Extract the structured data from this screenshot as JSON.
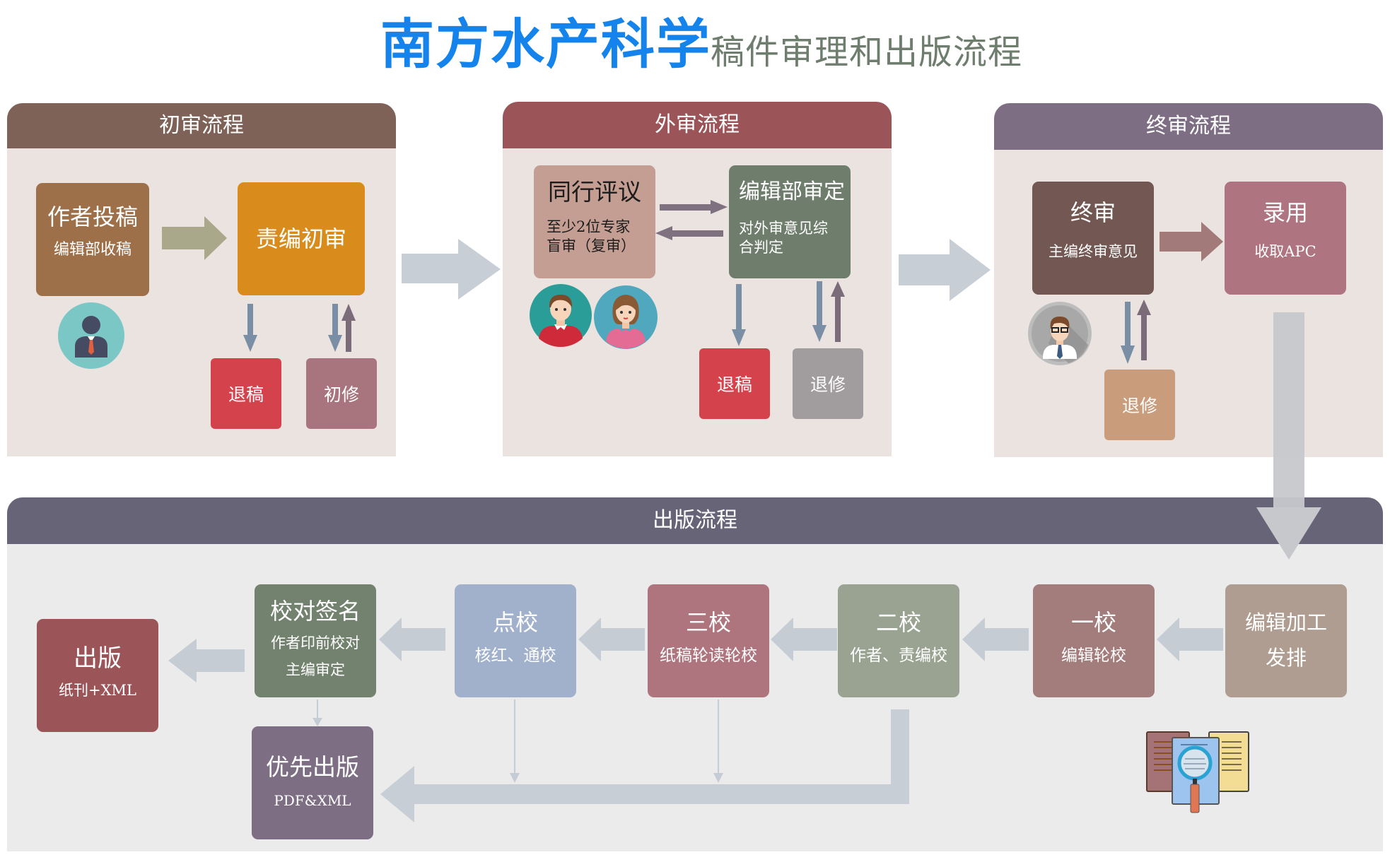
{
  "header": {
    "journal_name": "南方水产科学",
    "subtitle": "稿件审理和出版流程"
  },
  "colors": {
    "journal_name": "#1583ec",
    "subtitle": "#6f7d6e",
    "panel_body": "#ebe3e0",
    "publish_panel_body": "#ebebeb",
    "flow_arrow": "#c8ced6"
  },
  "initial_review": {
    "title": "初审流程",
    "submission": {
      "title": "作者投稿",
      "subtitle": "编辑部收稿"
    },
    "editor_review": {
      "title": "责编初审"
    },
    "reject": "退稿",
    "revise": "初修"
  },
  "external_review": {
    "title": "外审流程",
    "peer_review": {
      "title": "同行评议",
      "line1": "至少2位专家",
      "line2": "盲审（复审）"
    },
    "office_decision": {
      "title": "编辑部审定",
      "line1": "对外审意见综",
      "line2": "合判定"
    },
    "reject": "退稿",
    "revise": "退修"
  },
  "final_review": {
    "title": "终审流程",
    "final": {
      "title": "终审",
      "subtitle": "主编终审意见"
    },
    "accept": {
      "title": "录用",
      "subtitle": "收取APC"
    },
    "revise": "退修"
  },
  "publishing": {
    "title": "出版流程",
    "steps": [
      {
        "title": "编辑加工",
        "subtitle": "发排",
        "color": "#ae9d90"
      },
      {
        "title": "一校",
        "subtitle": "编辑轮校",
        "color": "#a37c7c"
      },
      {
        "title": "二校",
        "subtitle": "作者、责编校",
        "color": "#9aa391"
      },
      {
        "title": "三校",
        "subtitle": "纸稿轮读轮校",
        "color": "#ae757f"
      },
      {
        "title": "点校",
        "subtitle": "核红、通校",
        "color": "#a1b1cc"
      },
      {
        "title": "校对签名",
        "subtitle": "作者印前校对",
        "subtitle2": "主编审定",
        "color": "#73826e"
      }
    ],
    "publish": {
      "title": "出版",
      "subtitle": "纸刊+XML"
    },
    "online_first": {
      "title": "优先出版",
      "subtitle": "PDF&XML"
    }
  }
}
